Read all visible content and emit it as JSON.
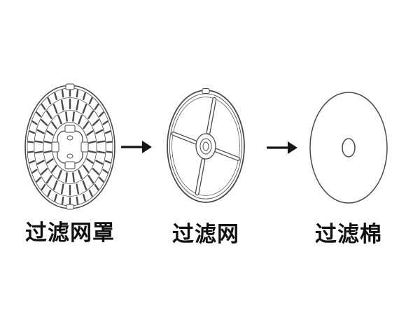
{
  "diagram": {
    "title": "filter-parts-exploded-diagram",
    "parts": [
      {
        "name": "filter-cover",
        "label": "过滤网罩"
      },
      {
        "name": "filter-mesh",
        "label": "过滤网"
      },
      {
        "name": "filter-cotton",
        "label": "过滤棉"
      }
    ],
    "arrow_glyph": "→",
    "colors": {
      "line": "#4a4a4a",
      "label": "#111111",
      "background": "#ffffff"
    }
  }
}
